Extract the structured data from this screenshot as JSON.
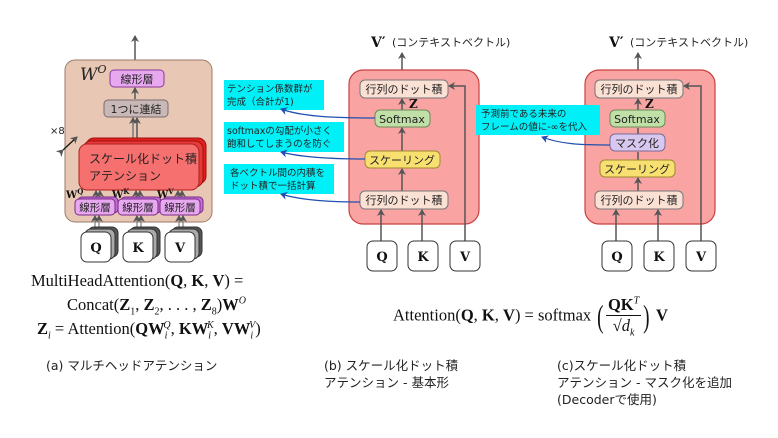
{
  "panel_a": {
    "wo_label": "W",
    "wo_sup": "O",
    "linear_top": "線形層",
    "concat": "1つに連結",
    "heads": "×8",
    "attention_line1": "スケール化ドット積",
    "attention_line2": "アテンション",
    "wq": "W",
    "wq_sup": "Q",
    "wk": "W",
    "wk_sup": "K",
    "wv": "W",
    "wv_sup": "V",
    "linear_q": "線形層",
    "linear_k": "線形層",
    "linear_v": "線形層",
    "input_q": "Q",
    "input_k": "K",
    "input_v": "V",
    "equation_line1": "MultiHeadAttention(Q, K, V) =",
    "equation_line2": "Concat(Z1, Z2, …, Z8)WO",
    "equation_line3": "Zi = Attention(QWiQ, KWiK, VWiV)",
    "caption": "(a) マルチヘッドアテンション"
  },
  "panel_b": {
    "output_label": "V′",
    "output_desc": "(コンテキストベクトル)",
    "matmul_top": "行列のドット積",
    "z_label": "Z",
    "softmax": "Softmax",
    "scaling": "スケーリング",
    "matmul_bottom": "行列のドット積",
    "input_q": "Q",
    "input_k": "K",
    "input_v": "V",
    "note_softmax": "テンション係数群が\n完成（合計が1)",
    "note_scaling": "softmaxの勾配が小さく\n飽和してしまうのを防ぐ",
    "note_matmul": "各ベクトル間の内積を\nドット積で一括計算",
    "equation": "Attention(Q, K, V) = softmax(QKᵀ/√dₖ)V",
    "caption": "(b) スケール化ドット積\nアテンション - 基本形"
  },
  "panel_c": {
    "output_label": "V′",
    "output_desc": "(コンテキストベクトル)",
    "matmul_top": "行列のドット積",
    "z_label": "Z",
    "softmax": "Softmax",
    "mask": "マスク化",
    "scaling": "スケーリング",
    "matmul_bottom": "行列のドット積",
    "input_q": "Q",
    "input_k": "K",
    "input_v": "V",
    "note_mask": "予測前である未来の\nフレームの値に-∞を代入",
    "caption": "(c)スケール化ドット積\nアテンション - マスク化を追加\n(Decoderで使用)"
  },
  "colors": {
    "panel_a_bg": "#e8c8b4",
    "attention_block": "#f5706e",
    "attention_block_dark": "#e0201c",
    "linear_layer": "#e8a8f0",
    "concat": "#c8b8b8",
    "module_bg": "#f9a3a3",
    "module_border": "#c84040",
    "matmul_box": "#fbe0d4",
    "softmax_box": "#c0e0a8",
    "scaling_box": "#f8e070",
    "mask_box": "#d8c8f0",
    "note_bg": "#00f0f8",
    "note_arrow": "#2050b0",
    "arrow": "#555555"
  }
}
